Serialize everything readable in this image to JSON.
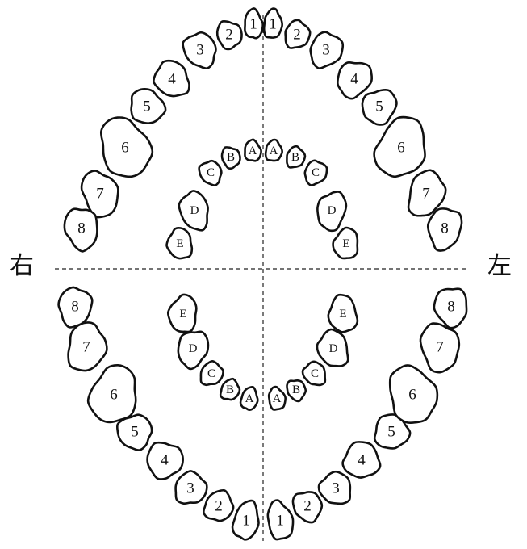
{
  "side_labels": {
    "right": "右",
    "left": "左"
  },
  "arches": {
    "upper_permanent": {
      "right": [
        "1",
        "2",
        "3",
        "4",
        "5",
        "6",
        "7",
        "8"
      ],
      "left": [
        "1",
        "2",
        "3",
        "4",
        "5",
        "6",
        "7",
        "8"
      ]
    },
    "upper_primary": {
      "right": [
        "A",
        "B",
        "C",
        "D",
        "E"
      ],
      "left": [
        "A",
        "B",
        "C",
        "D",
        "E"
      ]
    },
    "lower_primary": {
      "right": [
        "A",
        "B",
        "C",
        "D",
        "E"
      ],
      "left": [
        "A",
        "B",
        "C",
        "D",
        "E"
      ]
    },
    "lower_permanent": {
      "right": [
        "1",
        "2",
        "3",
        "4",
        "5",
        "6",
        "7",
        "8"
      ],
      "left": [
        "1",
        "2",
        "3",
        "4",
        "5",
        "6",
        "7",
        "8"
      ]
    }
  },
  "colors": {
    "line": "#111111",
    "fill": "#ffffff"
  }
}
